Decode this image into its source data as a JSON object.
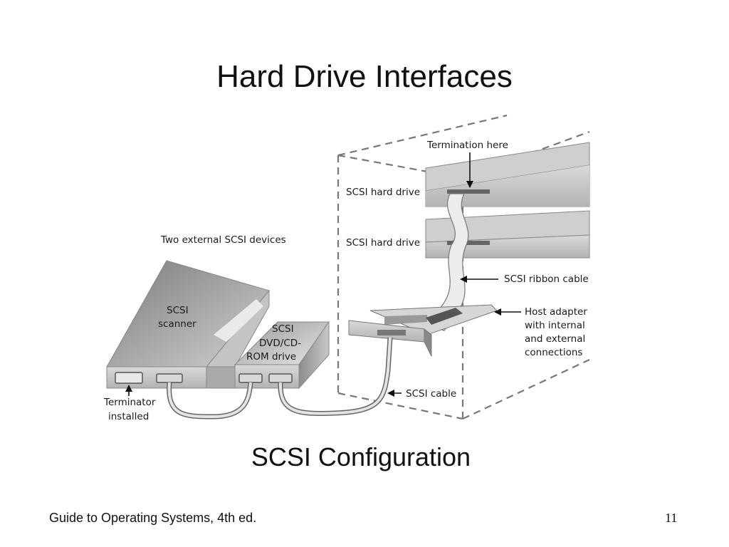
{
  "slide": {
    "title": "Hard Drive Interfaces",
    "caption": "SCSI Configuration",
    "footer_left": "Guide to Operating Systems, 4th ed.",
    "page_number": "11"
  },
  "diagram": {
    "labels": {
      "termination_here": "Termination here",
      "scsi_hard_drive_top": "SCSI hard drive",
      "scsi_hard_drive_bottom": "SCSI hard drive",
      "scsi_ribbon_cable": "SCSI ribbon cable",
      "host_adapter": [
        "Host adapter",
        "with internal",
        "and external",
        "connections"
      ],
      "scsi_cable": "SCSI cable",
      "two_external_devices": "Two external SCSI devices",
      "scsi_scanner": [
        "SCSI",
        "scanner"
      ],
      "dvd_drive": [
        "SCSI",
        "DVD/CD-",
        "ROM drive"
      ],
      "terminator_installed": [
        "Terminator",
        "installed"
      ]
    }
  }
}
